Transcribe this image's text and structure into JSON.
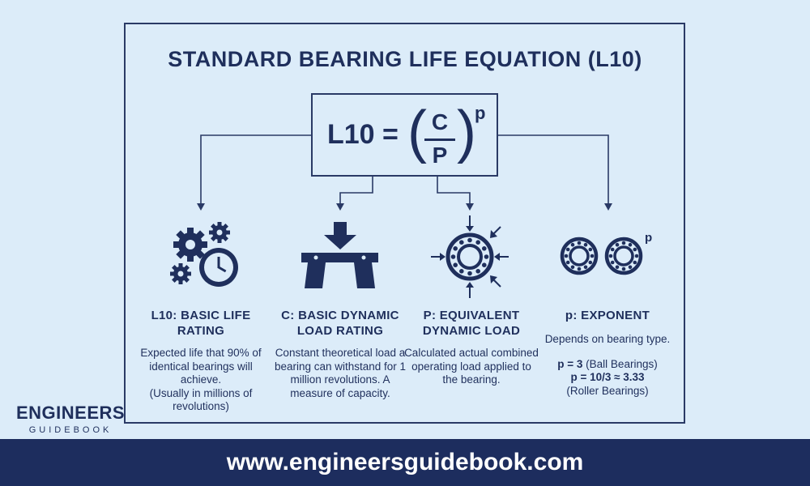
{
  "title": "STANDARD BEARING LIFE EQUATION (L10)",
  "equation": {
    "lhs": "L10 =",
    "numerator": "C",
    "denominator": "P",
    "exponent": "p"
  },
  "columns": [
    {
      "heading": "L10: BASIC LIFE RATING",
      "description": "Expected life that 90% of identical bearings will achieve.",
      "note": "(Usually in millions of revolutions)",
      "icon": "gears-clock-icon"
    },
    {
      "heading": "C: BASIC DYNAMIC LOAD RATING",
      "description": "Constant theoretical load a bearing can withstand for 1 million revolutions. A measure of capacity.",
      "icon": "press-load-icon"
    },
    {
      "heading": "P: EQUIVALENT DYNAMIC LOAD",
      "description": "Calculated actual combined operating load applied to the bearing.",
      "icon": "bearing-radial-load-icon"
    },
    {
      "heading": "p: EXPONENT",
      "description": "Depends on bearing type.",
      "ball_value": "p = 3",
      "ball_label": "(Ball Bearings)",
      "roller_value": "p = 10/3 ≈ 3.33",
      "roller_label": "(Roller Bearings)",
      "icon_exponent": "p",
      "icon": "two-bearings-icon"
    }
  ],
  "logo": {
    "line1": "ENGINEERS",
    "line2": "GUIDEBOOK"
  },
  "footer": "www.engineersguidebook.com",
  "colors": {
    "background": "#dcecf9",
    "ink": "#1f2f5c",
    "footer": "#1d2d5e"
  }
}
